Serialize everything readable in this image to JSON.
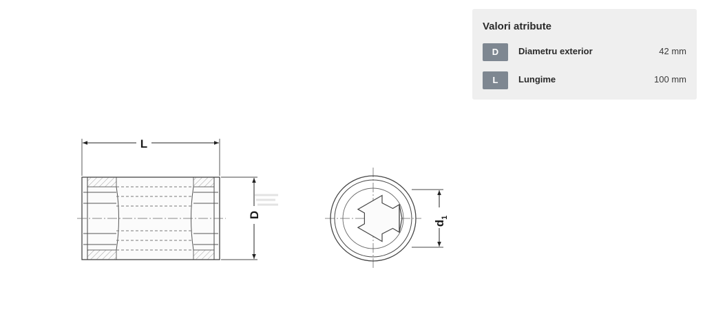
{
  "drawing": {
    "side_view": {
      "length_label": "L",
      "diameter_label": "D"
    },
    "end_view": {
      "inner_label_main": "d",
      "inner_label_sub": "1"
    }
  },
  "attributes_panel": {
    "title": "Valori atribute",
    "rows": [
      {
        "symbol": "D",
        "name": "Diametru exterior",
        "value": "42 mm"
      },
      {
        "symbol": "L",
        "name": "Lungime",
        "value": "100 mm"
      }
    ]
  },
  "colors": {
    "panel_bg": "#efefef",
    "badge_bg": "#7e8791",
    "line": "#444444"
  }
}
